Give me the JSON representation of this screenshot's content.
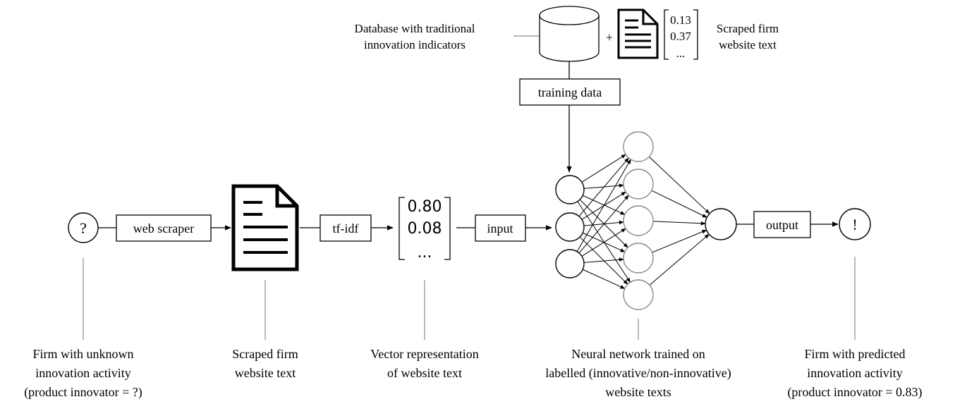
{
  "database": {
    "label_line1": "Database with traditional",
    "label_line2": "innovation indicators"
  },
  "plus_sign": "+",
  "top_vector": {
    "v1": "0.13",
    "v2": "0.37",
    "v3": "..."
  },
  "top_text_label": {
    "line1": "Scraped firm",
    "line2": "website text"
  },
  "training_data": "training data",
  "firm_unknown_symbol": "?",
  "web_scraper": "web scraper",
  "tfidf": "tf-idf",
  "main_vector": {
    "v1": "0.80",
    "v2": "0.08",
    "v3": "..."
  },
  "input": "input",
  "output": "output",
  "firm_predicted_symbol": "!",
  "captions": {
    "firm_unknown": {
      "line1": "Firm with unknown",
      "line2": "innovation activity",
      "line3": "(product innovator = ?)"
    },
    "scraped_text": {
      "line1": "Scraped firm",
      "line2": "website text"
    },
    "vector_repr": {
      "line1": "Vector representation",
      "line2": "of website text"
    },
    "neural_net": {
      "line1": "Neural network trained on",
      "line2": "labelled (innovative/non-innovative)",
      "line3": "website texts"
    },
    "firm_predicted": {
      "line1": "Firm with predicted",
      "line2": "innovation activity",
      "line3": "(product innovator = 0.83)"
    }
  },
  "colors": {
    "hidden_node_stroke": "#8a8a8a",
    "connector_gray": "#8a8a8a"
  }
}
